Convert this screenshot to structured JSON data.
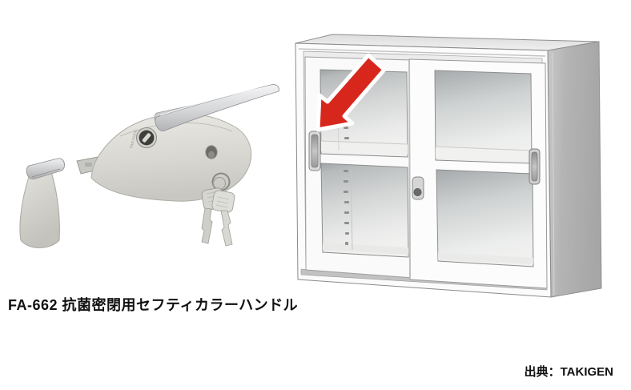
{
  "caption": "FA-662 抗菌密閉用セフティカラーハンドル",
  "source_credit": "出典：TAKIGEN",
  "product": {
    "brand_engraving": "TAKIGEN"
  },
  "annotation": {
    "arrow_color": "#d7271d",
    "arrow_outline_color": "#ffffff"
  },
  "palette": {
    "background": "#ffffff",
    "cabinet_front": "#fbfbfb",
    "cabinet_side_dark": "#a9a9a9",
    "cabinet_side_light": "#c8c8c8",
    "cabinet_top": "#e9e9e9",
    "glass_dark": "#a0a4a6",
    "glass_light": "#f1f1f0",
    "hardware_gray": "#d6d5d0",
    "chrome_light": "#f2f2f4",
    "chrome_dark": "#b2b3b5",
    "text_color": "#111111"
  }
}
